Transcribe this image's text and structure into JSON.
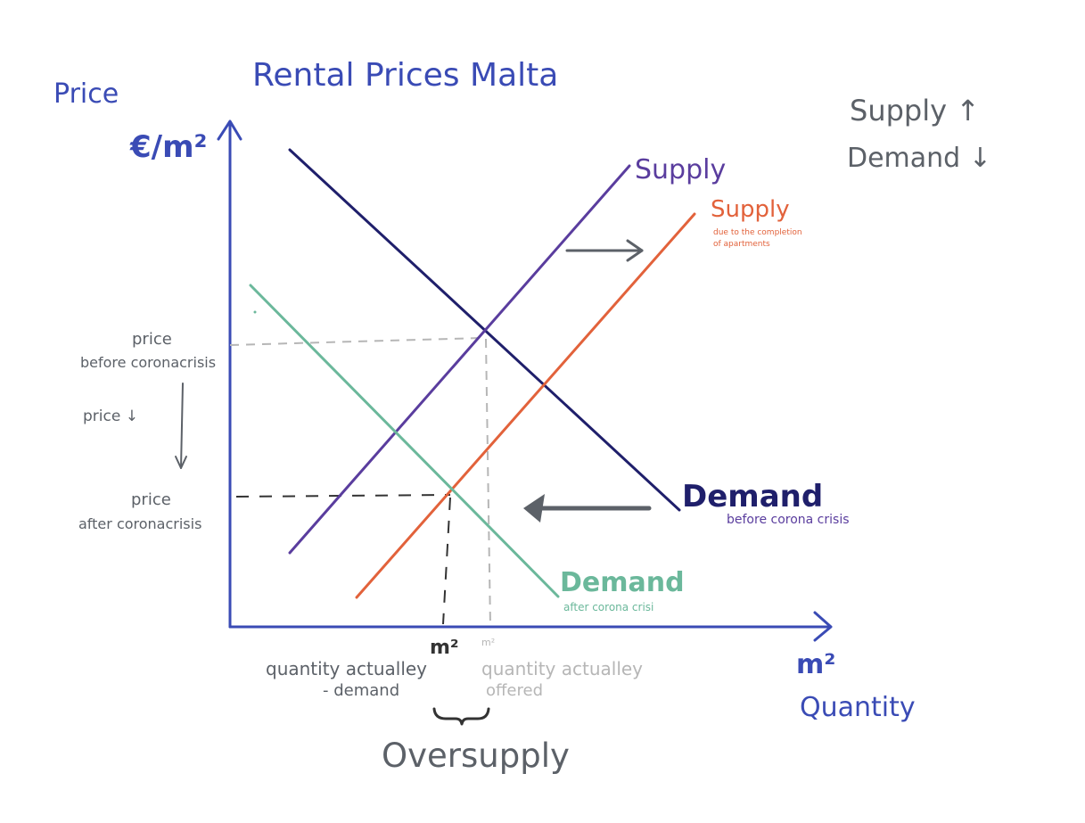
{
  "title": "Rental Prices Malta",
  "axes": {
    "y_label": "Price",
    "y_unit": "€/m²",
    "x_unit": "m²",
    "x_label": "Quantity"
  },
  "legend_top_right": {
    "supply": "Supply ↑",
    "demand": "Demand ↓"
  },
  "curves": {
    "supply_before": {
      "label": "Supply",
      "color": "#5a3d9e"
    },
    "supply_after": {
      "label": "Supply",
      "note_line1": "due to the completion",
      "note_line2": "of apartments",
      "color": "#e2623b"
    },
    "demand_before": {
      "label": "Demand",
      "note": "before corona crisis",
      "color": "#1f1f6b",
      "note_color": "#5a3d9e"
    },
    "demand_after": {
      "label": "Demand",
      "note": "after corona crisi",
      "color": "#6bb89b"
    }
  },
  "price_labels": {
    "before_line1": "price",
    "before_line2": "before coronacrisis",
    "change": "price ↓",
    "after_line1": "price",
    "after_line2": "after coronacrisis"
  },
  "quantity_labels": {
    "demanded_unit": "m²",
    "demanded_line1": "quantity actualley",
    "demanded_line2": "- demand",
    "offered_unit": "m²",
    "offered_line1": "quantity actualley",
    "offered_line2": "offered"
  },
  "oversupply": "Oversupply",
  "colors": {
    "axis": "#3a4bb5",
    "annotation": "#5c6168",
    "guide_light": "#b6b6b6",
    "guide_dark": "#333333"
  }
}
